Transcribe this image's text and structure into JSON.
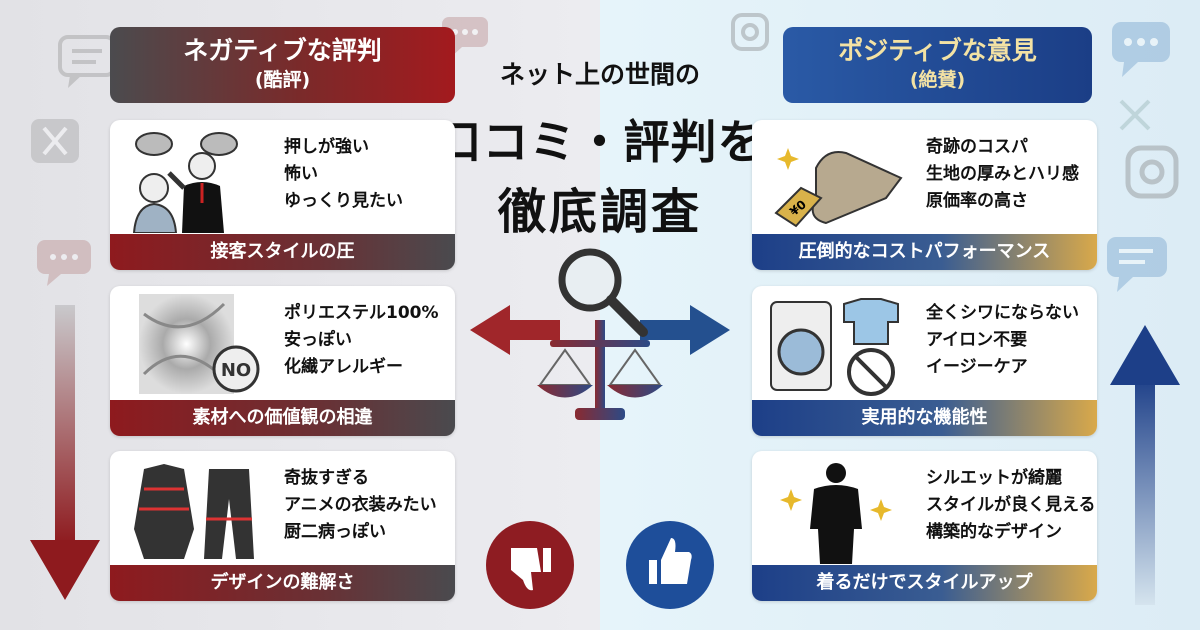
{
  "title": {
    "line1": "ネット上の世間の",
    "line2": "口コミ・評判を",
    "line3": "徹底調査"
  },
  "negative": {
    "title": "ネガティブな評判",
    "subtitle": "(酷評)",
    "cards": [
      {
        "lines": [
          "押しが強い",
          "怖い",
          "ゆっくり見たい"
        ],
        "label": "接客スタイルの圧",
        "icon": "pushy-clerk-illustration"
      },
      {
        "lines": [
          "ポリエステル100%",
          "安っぽい",
          "化繊アレルギー"
        ],
        "label": "素材への価値観の相違",
        "icon": "fabric-no-illustration",
        "badge": "NO"
      },
      {
        "lines": [
          "奇抜すぎる",
          "アニメの衣装みたい",
          "厨二病っぽい"
        ],
        "label": "デザインの難解さ",
        "icon": "outfit-illustration"
      }
    ]
  },
  "positive": {
    "title": "ポジティブな意見",
    "subtitle": "(絶賛)",
    "cards": [
      {
        "lines": [
          "奇跡のコスパ",
          "生地の厚みとハリ感",
          "原価率の高さ"
        ],
        "label": "圧倒的なコストパフォーマンス",
        "icon": "folded-fabric-price-tag-illustration",
        "tag": "¥0"
      },
      {
        "lines": [
          "全くシワにならない",
          "アイロン不要",
          "イージーケア"
        ],
        "label": "実用的な機能性",
        "icon": "washer-no-iron-illustration"
      },
      {
        "lines": [
          "シルエットが綺麗",
          "スタイルが良く見える",
          "構築的なデザイン"
        ],
        "label": "着るだけでスタイルアップ",
        "icon": "silhouette-illustration"
      }
    ]
  },
  "colors": {
    "negative": "#9b1b1e",
    "positive": "#1d3f88",
    "accent": "#f3e2a4"
  }
}
